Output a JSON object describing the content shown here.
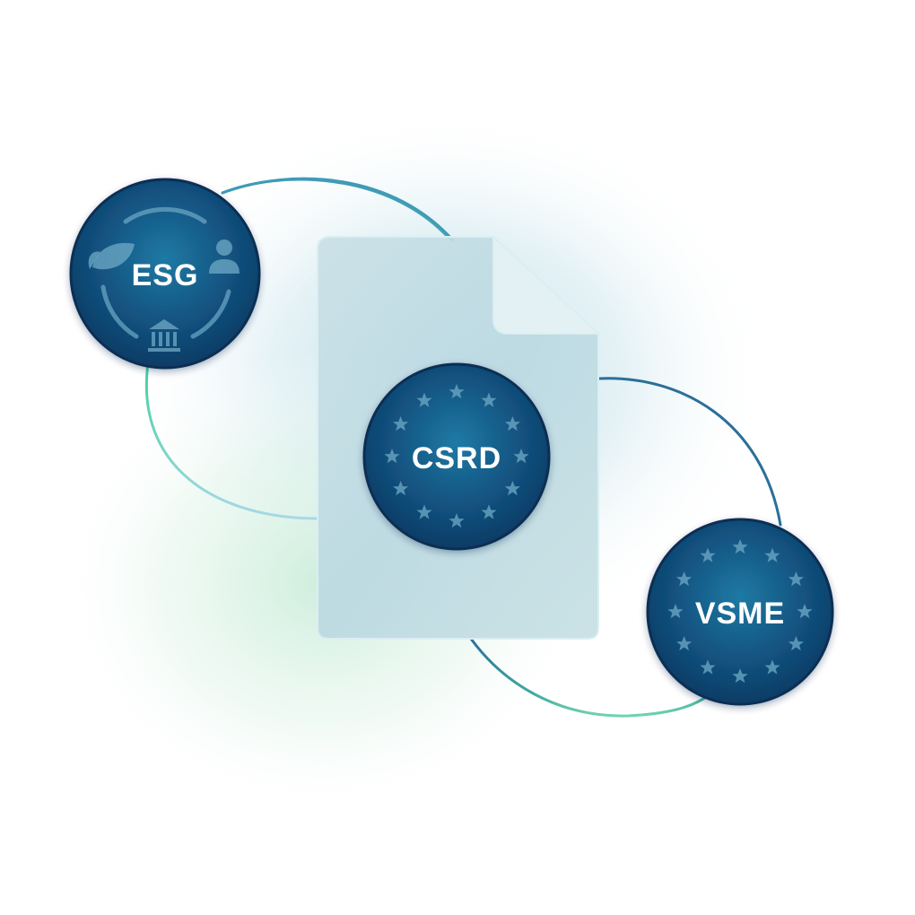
{
  "badges": {
    "esg": {
      "label": "ESG",
      "icons": [
        "leaf-icon",
        "person-icon",
        "bank-icon",
        "cycle-arrows-icon"
      ]
    },
    "csrd": {
      "label": "CSRD",
      "icons": [
        "eu-stars-icon"
      ]
    },
    "vsme": {
      "label": "VSME",
      "icons": [
        "eu-stars-icon"
      ]
    }
  },
  "document": {
    "icon": "document-icon"
  },
  "colors": {
    "badge_dark": "#0f3d66",
    "badge_mid": "#1d6c96",
    "badge_ring": "#0b2f52",
    "connector_green": "#4fd1a5",
    "connector_blue": "#2b6f99",
    "document_fill": "#c7dde3",
    "glow_blue": "#bfdfe8",
    "glow_green": "#cfeedd"
  }
}
